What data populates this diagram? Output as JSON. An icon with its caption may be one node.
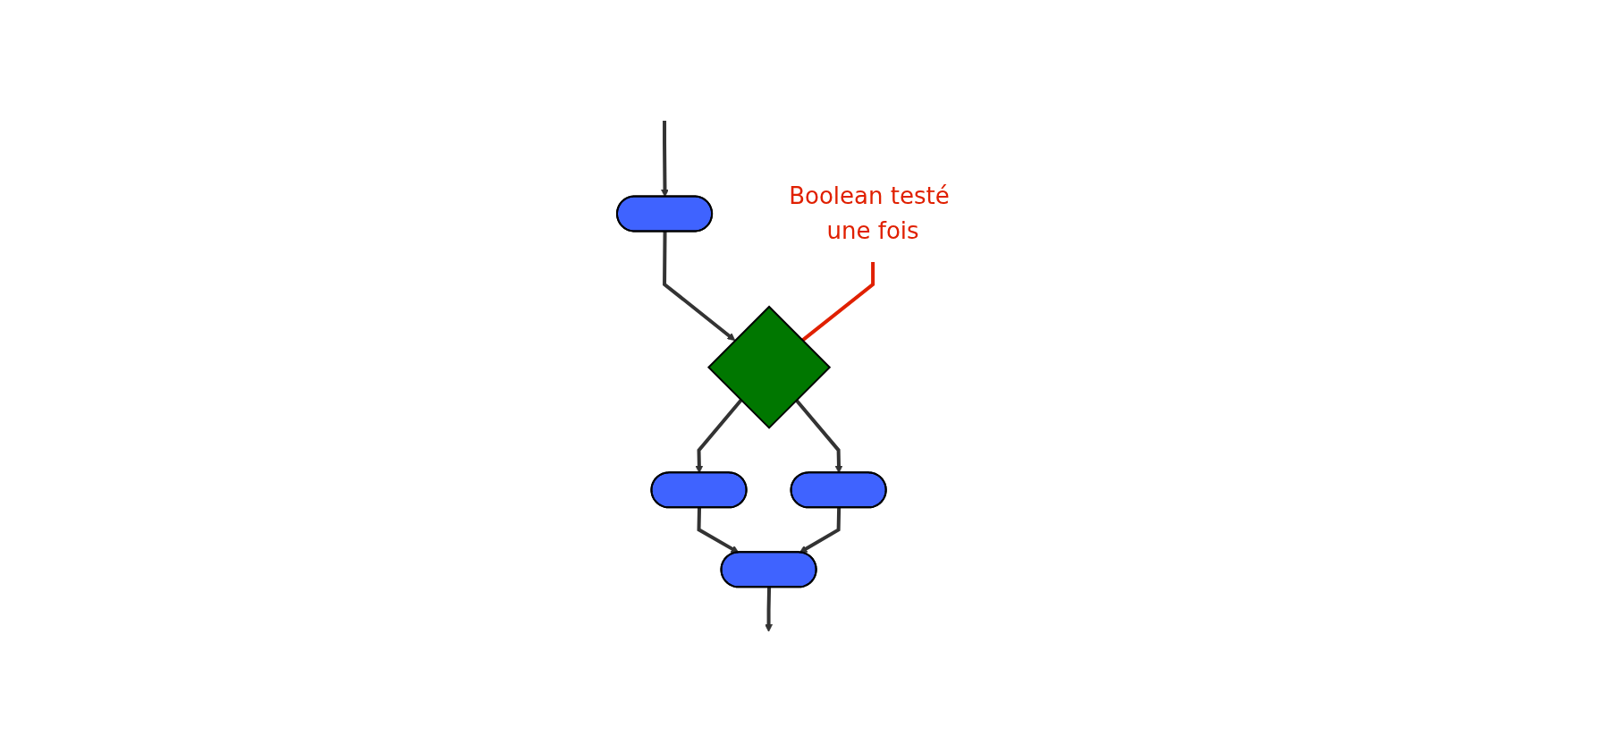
{
  "diagram": {
    "nodes": [
      {
        "text": [],
        "shape": "stadium"
      },
      {
        "text": [],
        "shape": "diamond"
      },
      {
        "text": [],
        "shape": "stadium"
      },
      {
        "text": [],
        "shape": "stadium"
      },
      {
        "text": [],
        "shape": "stadium"
      },
      {
        "text": [
          "Boolean testé une fois"
        ]
      }
    ],
    "edges": [
      {
        "from": null,
        "to": 0,
        "arrow": "to"
      },
      {
        "from": 0,
        "to": 1,
        "arrow": "to"
      },
      {
        "from": 1,
        "to": 2,
        "arrow": "to"
      },
      {
        "from": 1,
        "to": 3,
        "arrow": "to"
      },
      {
        "from": 2,
        "to": 4,
        "arrow": "to"
      },
      {
        "from": 3,
        "to": 4,
        "arrow": "to"
      },
      {
        "from": 4,
        "to": null,
        "arrow": "to"
      },
      {
        "from": 5,
        "to": 1,
        "arrow": "none",
        "color": "#e02000"
      }
    ]
  }
}
